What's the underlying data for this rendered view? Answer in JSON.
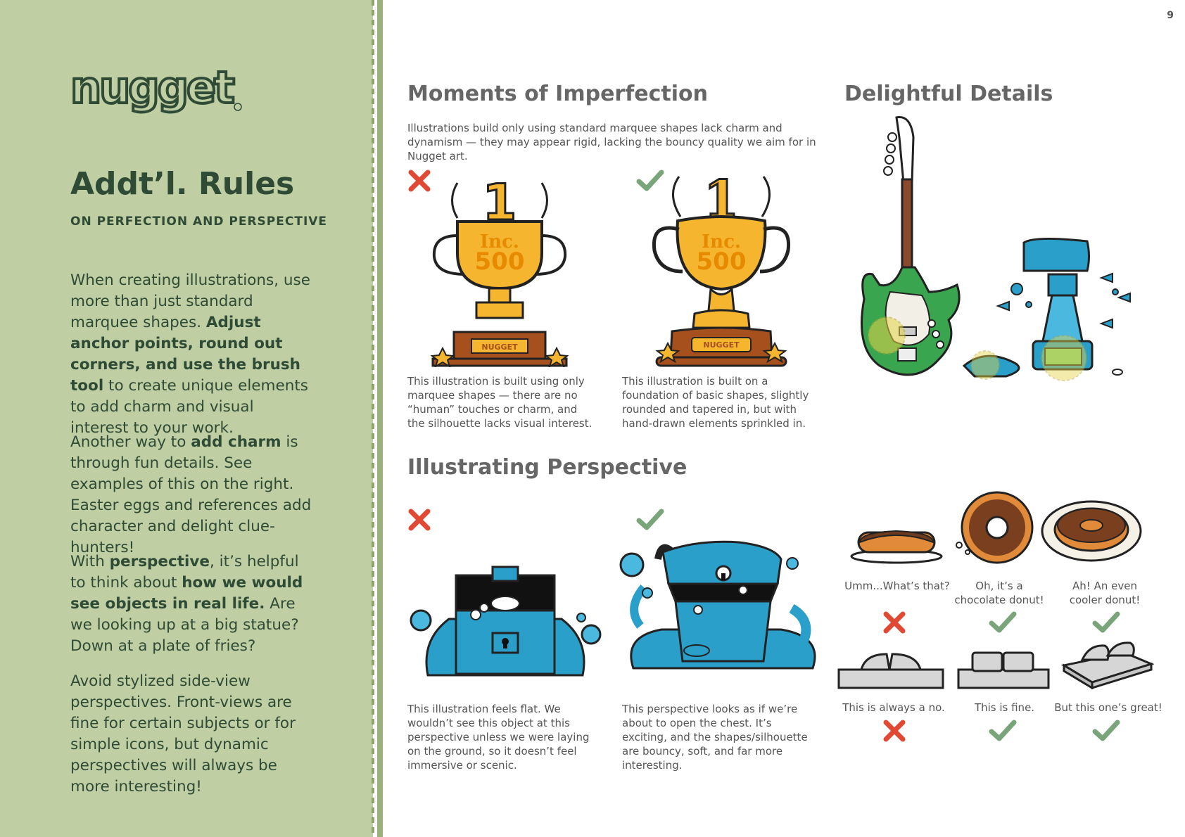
{
  "page_number": "9",
  "sidebar": {
    "logo_text": "nugget",
    "title": "Addt’l. Rules",
    "subtitle": "ON PERFECTION AND PERSPECTIVE",
    "p1": [
      {
        "t": "When creating illustrations, use more than just standard marquee shapes. ",
        "b": false
      },
      {
        "t": "Adjust anchor points, round out corners, and use the brush tool",
        "b": true
      },
      {
        "t": " to create unique elements to add charm and visual interest to your work.",
        "b": false
      }
    ],
    "p2": [
      {
        "t": "Another way to ",
        "b": false
      },
      {
        "t": "add charm",
        "b": true
      },
      {
        "t": " is through fun details. See examples of this on the right. Easter eggs and references add character and delight clue-hunters!",
        "b": false
      }
    ],
    "p3": [
      {
        "t": "With ",
        "b": false
      },
      {
        "t": "perspective",
        "b": true
      },
      {
        "t": ", it’s helpful to think about ",
        "b": false
      },
      {
        "t": "how we would see objects in real life.",
        "b": true
      },
      {
        "t": " Are we looking up at a big statue? Down at a plate of fries?",
        "b": false
      }
    ],
    "p4": [
      {
        "t": "Avoid stylized side-view perspectives. Front-views are fine for certain subjects or for simple icons, but dynamic perspectives will always be more interesting!",
        "b": false
      }
    ]
  },
  "imperfection": {
    "heading": "Moments of Imperfection",
    "intro": "Illustrations build only using standard marquee shapes lack charm and dynamism — they may appear rigid, lacking the bouncy quality we aim for in Nugget art.",
    "trophy_number": "1",
    "trophy_brand": "Inc.",
    "trophy_value": "500",
    "trophy_plate": "NUGGET",
    "bad_caption": "This illustration is built using only marquee shapes — there are no “human” touches or charm, and the silhouette lacks visual interest.",
    "good_caption": "This illustration is built on a foundation of basic shapes, slightly rounded and tapered in, but with hand-drawn elements sprinkled in."
  },
  "details": {
    "heading": "Delightful Details"
  },
  "perspective": {
    "heading": "Illustrating Perspective",
    "bad_caption": "This illustration feels flat. We wouldn’t see this object at this perspective unless we were laying on the ground, so it doesn’t feel immersive or scenic.",
    "good_caption": "This perspective looks as if we’re about to open the chest. It’s exciting, and the shapes/silhouette are bouncy, soft, and far more interesting."
  },
  "donuts": [
    {
      "label": "Umm...What’s that?",
      "ok": false
    },
    {
      "label": "Oh, it’s a chocolate donut!",
      "ok": true
    },
    {
      "label": "Ah! An even cooler donut!",
      "ok": true
    }
  ],
  "couches": [
    {
      "label": "This is always a no.",
      "ok": false
    },
    {
      "label": "This is fine.",
      "ok": true
    },
    {
      "label": "But this one’s great!",
      "ok": true
    }
  ],
  "colors": {
    "sidebar": "#bfcfa3",
    "dark_green": "#2f4a35",
    "bad_mark": "#e04a35",
    "good_mark": "#7aa57a",
    "trophy_gold": "#f5b52e",
    "chest_blue": "#2a9fc9"
  }
}
